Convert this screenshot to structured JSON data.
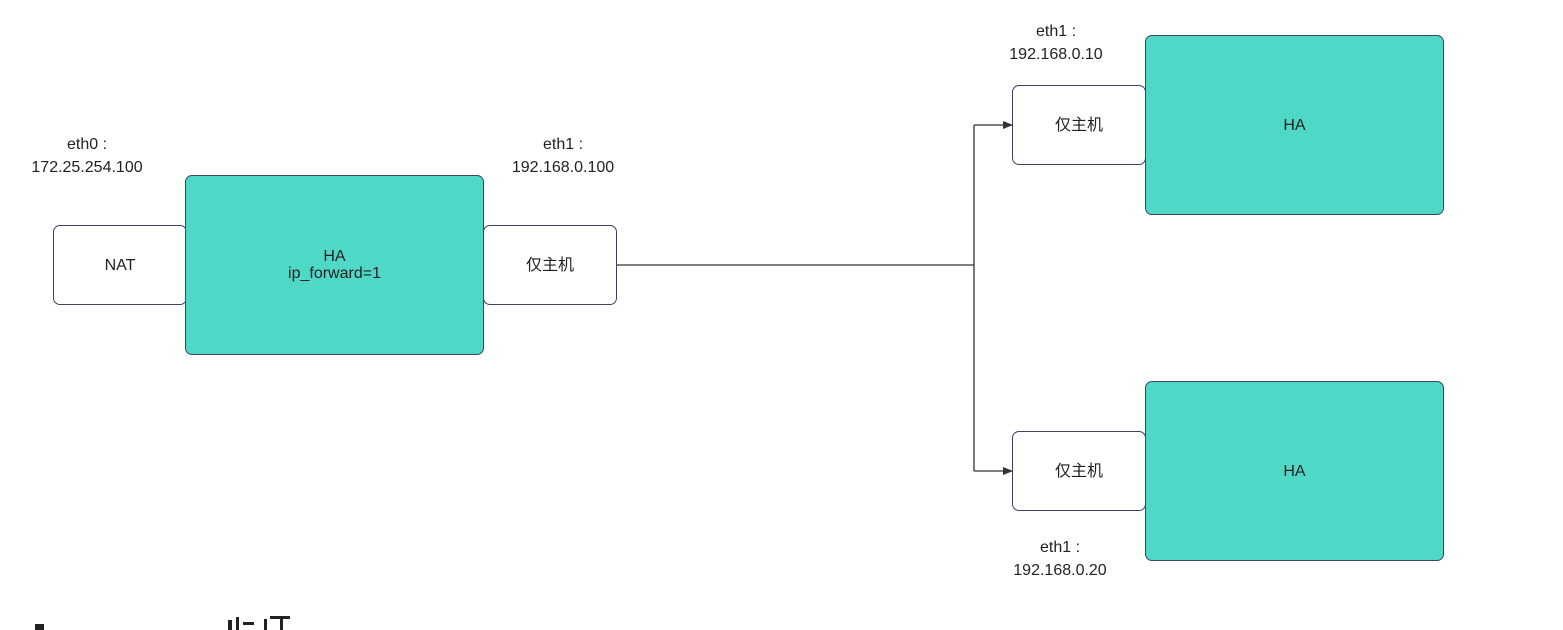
{
  "diagram": {
    "left": {
      "nat_label": "NAT",
      "ha_title": "HA",
      "ha_subtitle": "ip_forward=1",
      "hostonly_label": "仅主机",
      "eth0": {
        "name": "eth0 :",
        "ip": "172.25.254.100"
      },
      "eth1": {
        "name": "eth1 :",
        "ip": "192.168.0.100"
      }
    },
    "right_top": {
      "hostonly_label": "仅主机",
      "ha_label": "HA",
      "eth1": {
        "name": "eth1 :",
        "ip": "192.168.0.10"
      }
    },
    "right_bottom": {
      "hostonly_label": "仅主机",
      "ha_label": "HA",
      "eth1": {
        "name": "eth1 :",
        "ip": "192.168.0.20"
      }
    }
  },
  "colors": {
    "ha_fill": "#50d8c7",
    "border": "#3c4166",
    "line": "#333333"
  }
}
